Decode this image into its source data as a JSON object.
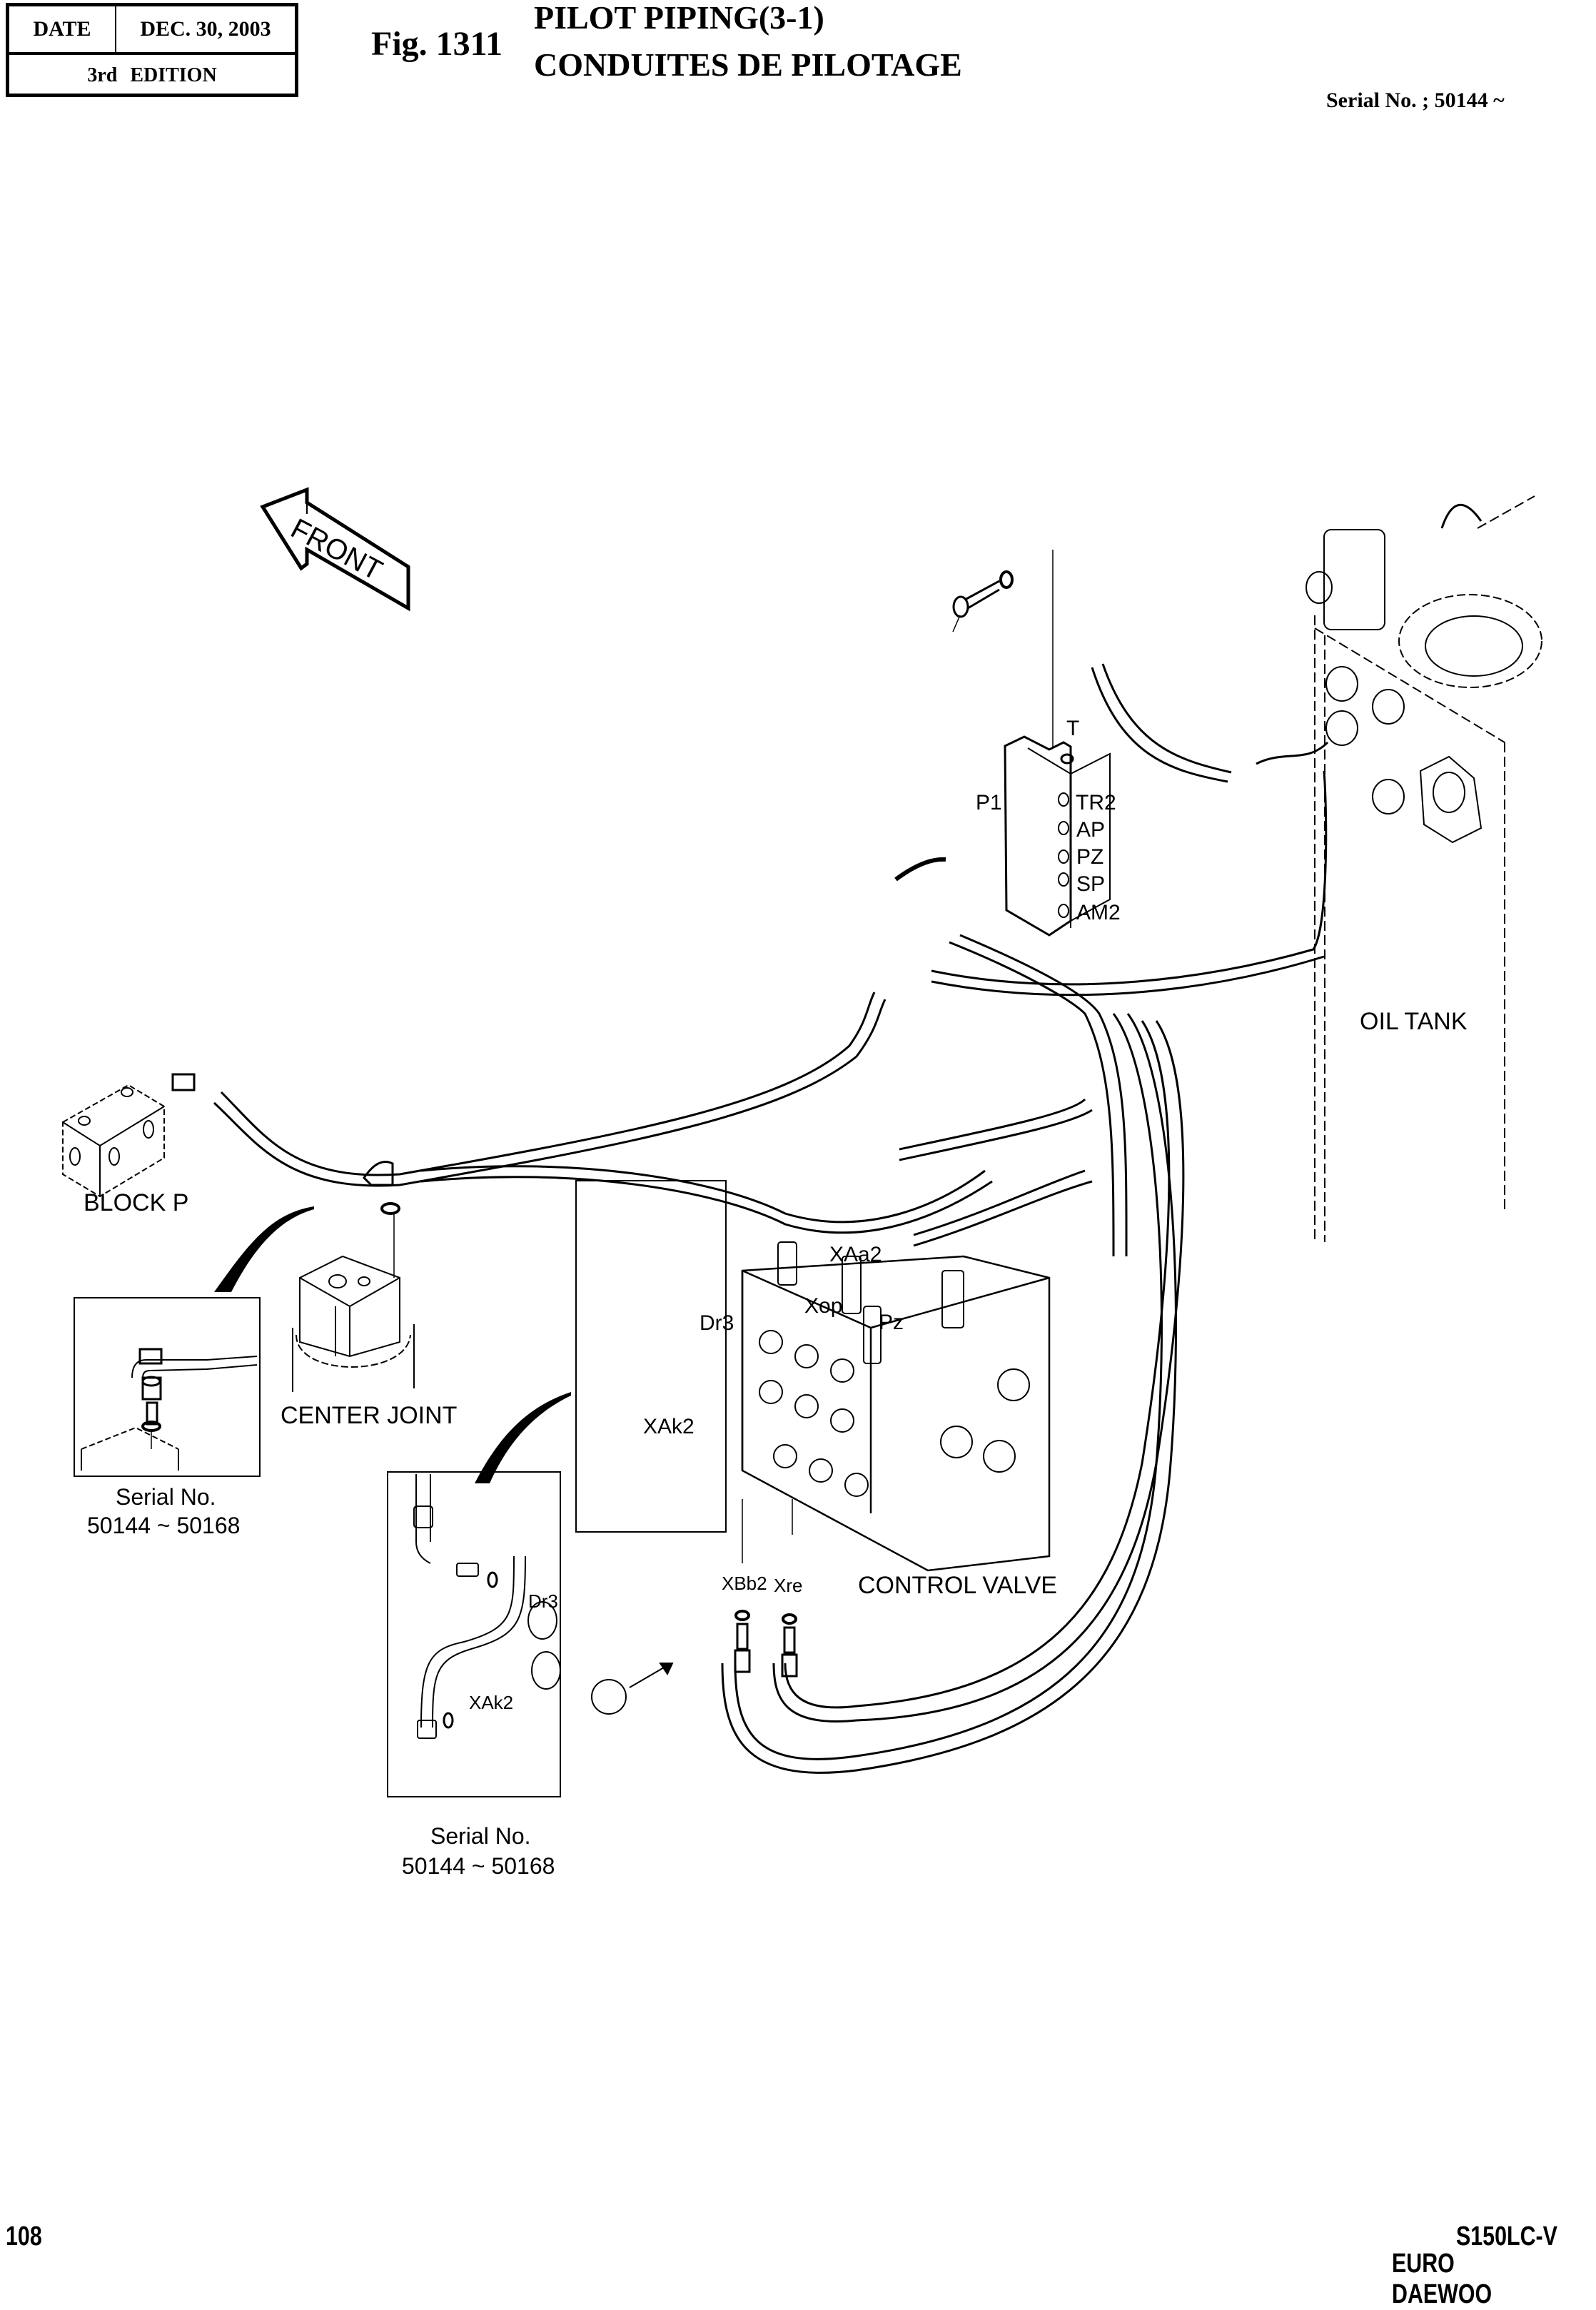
{
  "header": {
    "date_label": "DATE",
    "date_value": "DEC. 30, 2003",
    "edition_number": "3rd",
    "edition_label": "EDITION",
    "fig_number": "Fig. 1311",
    "title_en": "PILOT PIPING(3-1)",
    "title_fr": "CONDUITES DE PILOTAGE",
    "serial": "Serial No. ; 50144 ~"
  },
  "diagram": {
    "orientation_arrow": "FRONT",
    "components": {
      "oil_tank": "OIL TANK",
      "block_p": "BLOCK P",
      "center_joint": "CENTER JOINT",
      "control_valve": "CONTROL VALVE"
    },
    "manifold_ports": {
      "t": "T",
      "p1": "P1",
      "tr2": "TR2",
      "ap": "AP",
      "pz": "PZ",
      "sp": "SP",
      "am2": "AM2"
    },
    "valve_ports": {
      "xaa2": "XAa2",
      "xop": "Xop",
      "pz": "Pz",
      "dr3": "Dr3",
      "xak2": "XAk2",
      "xbb2": "XBb2",
      "xre": "Xre"
    },
    "inset_center_joint": {
      "serial_label": "Serial No.",
      "serial_range": "50144 ~ 50168"
    },
    "inset_valve": {
      "dr3": "Dr3",
      "xak2": "XAk2",
      "serial_label": "Serial No.",
      "serial_range": "50144 ~ 50168"
    }
  },
  "footer": {
    "page_number": "108",
    "model": "S150LC-V",
    "brand": "EURO DAEWOO"
  }
}
